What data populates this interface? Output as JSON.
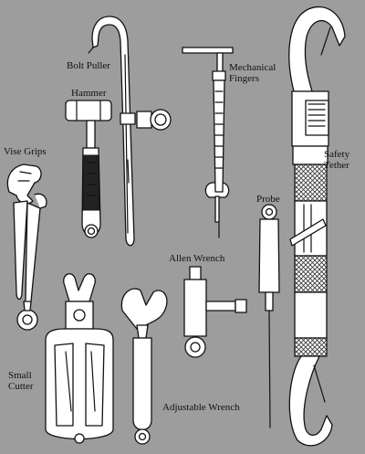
{
  "figure": {
    "background": "#9d9d9d",
    "outline_color": "#111111",
    "fill_color": "#ffffff"
  },
  "labels": {
    "bolt_puller": "Bolt Puller",
    "hammer": "Hammer",
    "mechanical_fingers_line1": "Mechanical",
    "mechanical_fingers_line2": "Fingers",
    "vise_grips": "Vise Grips",
    "safety_tether_line1": "Safety",
    "safety_tether_line2": "Tether",
    "probe": "Probe",
    "allen_wrench": "Allen Wrench",
    "small_cutter_line1": "Small",
    "small_cutter_line2": "Cutter",
    "adjustable_wrench": "Adjustable Wrench"
  }
}
